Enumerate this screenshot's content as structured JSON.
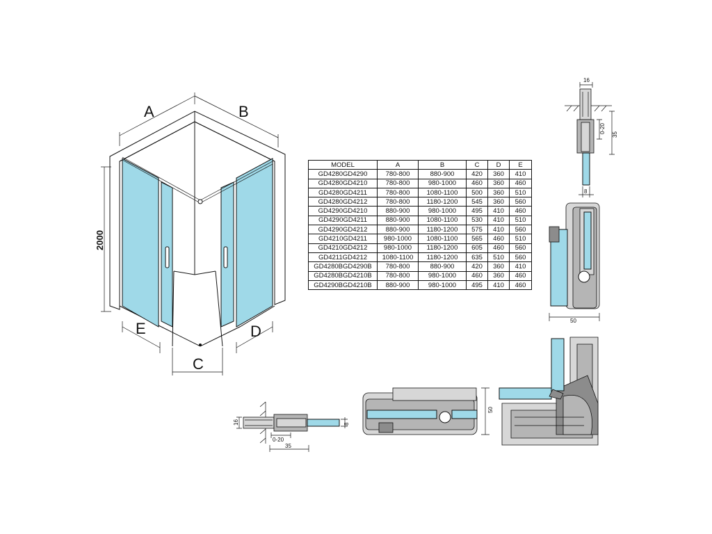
{
  "labels": {
    "a": "A",
    "b": "B",
    "c": "C",
    "d": "D",
    "e": "E",
    "height": "2000"
  },
  "table": {
    "headers": [
      "MODEL",
      "A",
      "B",
      "C",
      "D",
      "E"
    ],
    "rows": [
      [
        "GD4280GD4290",
        "780-800",
        "880-900",
        "420",
        "360",
        "410"
      ],
      [
        "GD4280GD4210",
        "780-800",
        "980-1000",
        "460",
        "360",
        "460"
      ],
      [
        "GD4280GD4211",
        "780-800",
        "1080-1100",
        "500",
        "360",
        "510"
      ],
      [
        "GD4280GD4212",
        "780-800",
        "1180-1200",
        "545",
        "360",
        "560"
      ],
      [
        "GD4290GD4210",
        "880-900",
        "980-1000",
        "495",
        "410",
        "460"
      ],
      [
        "GD4290GD4211",
        "880-900",
        "1080-1100",
        "530",
        "410",
        "510"
      ],
      [
        "GD4290GD4212",
        "880-900",
        "1180-1200",
        "575",
        "410",
        "560"
      ],
      [
        "GD4210GD4211",
        "980-1000",
        "1080-1100",
        "565",
        "460",
        "510"
      ],
      [
        "GD4210GD4212",
        "980-1000",
        "1180-1200",
        "605",
        "460",
        "560"
      ],
      [
        "GD4211GD4212",
        "1080-1100",
        "1180-1200",
        "635",
        "510",
        "560"
      ],
      [
        "GD4280BGD4290B",
        "780-800",
        "880-900",
        "420",
        "360",
        "410"
      ],
      [
        "GD4280BGD4210B",
        "780-800",
        "980-1000",
        "460",
        "360",
        "460"
      ],
      [
        "GD4290BGD4210B",
        "880-900",
        "980-1000",
        "495",
        "410",
        "460"
      ]
    ]
  },
  "details": {
    "top_profile": {
      "width": "16",
      "bracket": "0-20",
      "depth": "35",
      "glass": "8"
    },
    "side_profile": {
      "width": "50"
    },
    "left_profile": {
      "width": "16",
      "bracket": "0-20",
      "depth": "35",
      "glass": "8"
    },
    "bottom_profile": {
      "height": "50"
    }
  },
  "colors": {
    "glass": "#9fd9e8",
    "frame": "#111111"
  }
}
